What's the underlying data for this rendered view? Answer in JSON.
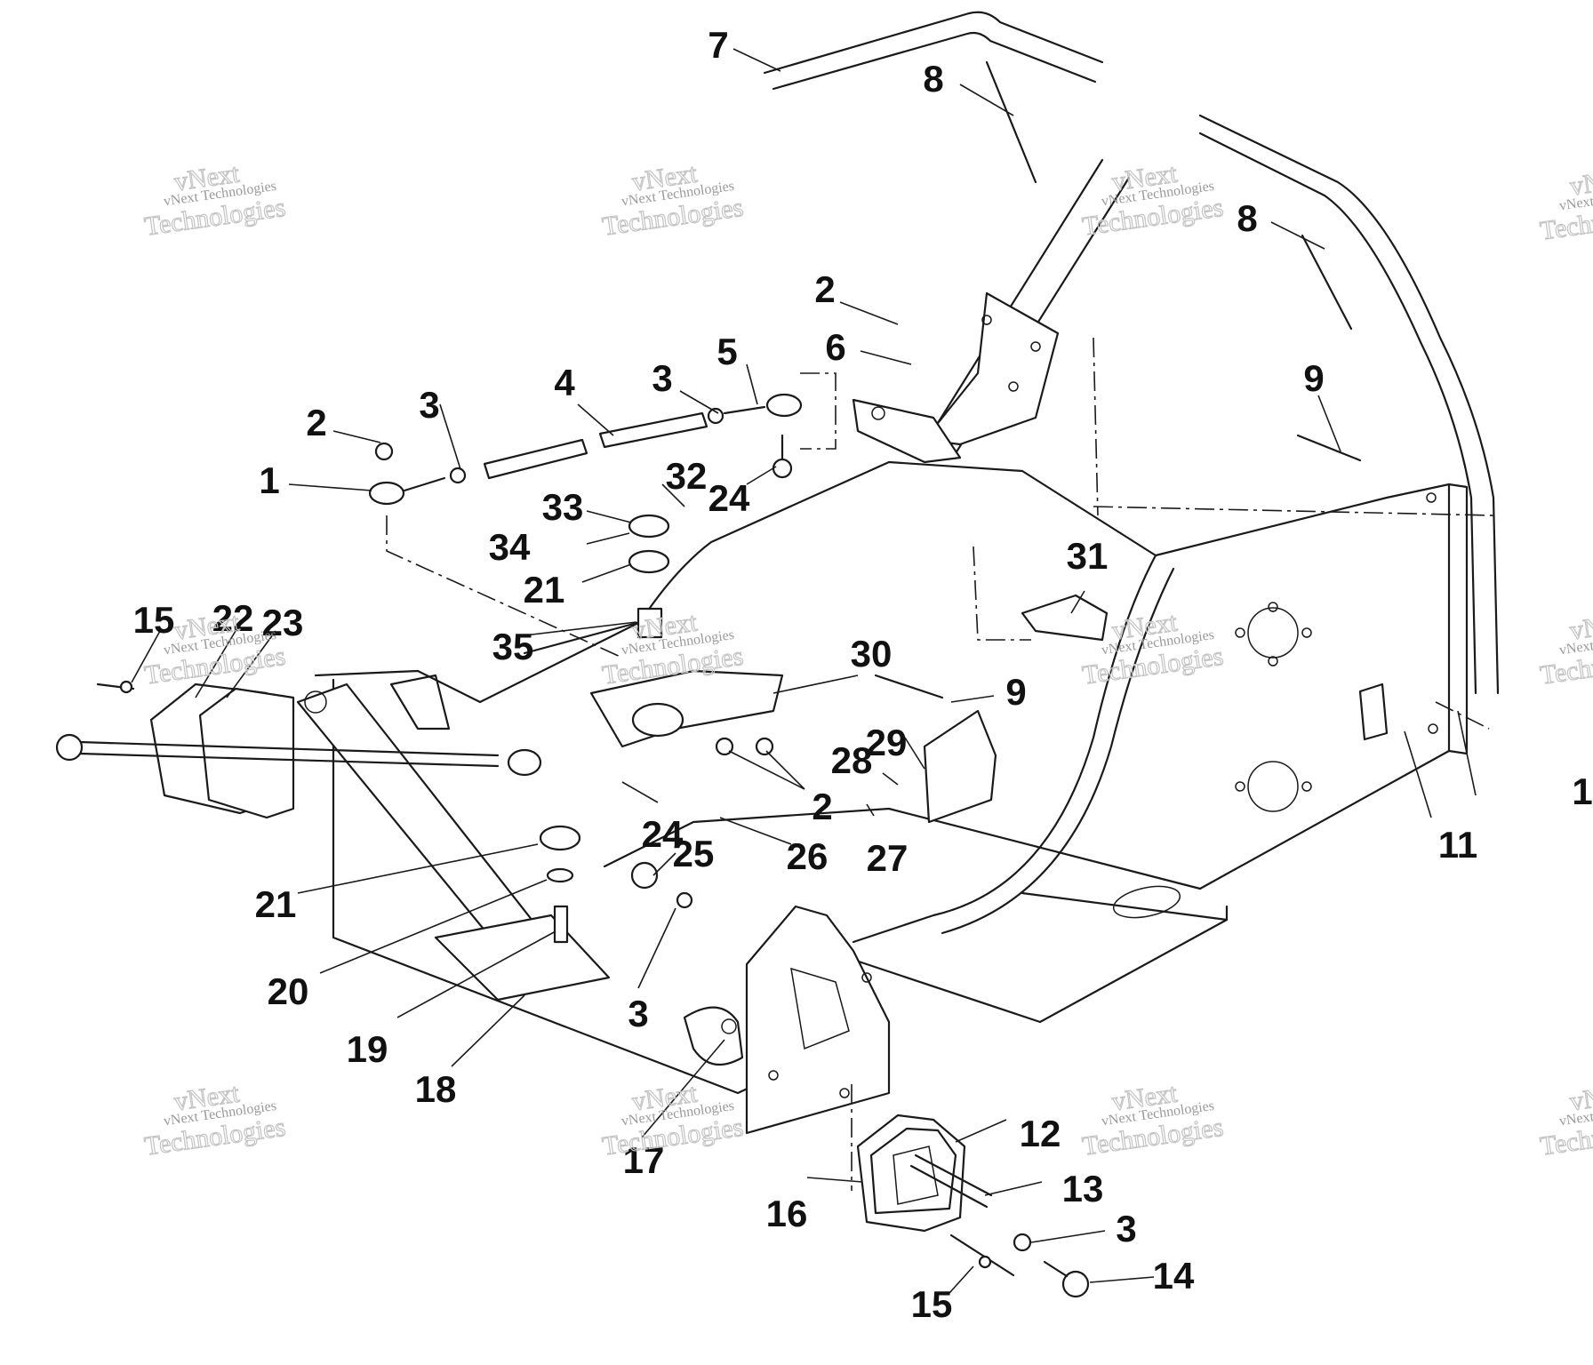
{
  "diagram": {
    "callouts": [
      "7",
      "8",
      "8",
      "2",
      "6",
      "5",
      "3",
      "4",
      "3",
      "2",
      "1",
      "9",
      "32",
      "33",
      "24",
      "34",
      "31",
      "21",
      "15",
      "22",
      "23",
      "35",
      "30",
      "9",
      "29",
      "28",
      "2",
      "24",
      "25",
      "26",
      "27",
      "11",
      "21",
      "20",
      "3",
      "19",
      "18",
      "17",
      "12",
      "13",
      "16",
      "3",
      "15",
      "14",
      "1"
    ],
    "watermarks": [
      {
        "line1": "vNext Technologies",
        "line2": "vNext",
        "line3": "Technologies"
      }
    ]
  }
}
